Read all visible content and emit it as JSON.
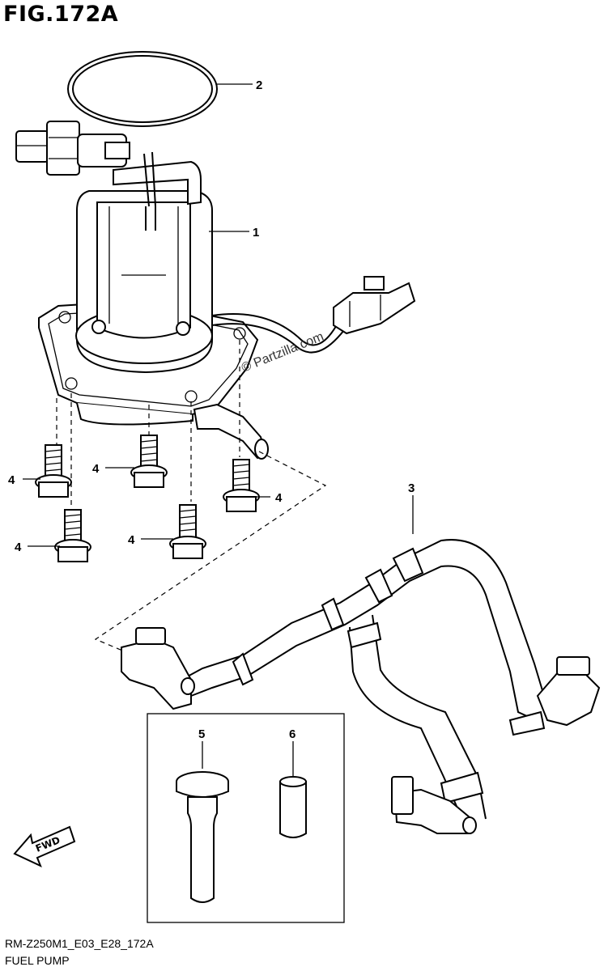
{
  "figure": {
    "title": "FIG.172A",
    "code": "RM-Z250M1_E03_E28_172A",
    "caption": "FUEL PUMP",
    "watermark": "© Partzilla.com"
  },
  "callouts": [
    {
      "id": "1",
      "label": "1"
    },
    {
      "id": "2",
      "label": "2"
    },
    {
      "id": "3",
      "label": "3"
    },
    {
      "id": "4a",
      "label": "4"
    },
    {
      "id": "4b",
      "label": "4"
    },
    {
      "id": "4c",
      "label": "4"
    },
    {
      "id": "4d",
      "label": "4"
    },
    {
      "id": "4e",
      "label": "4"
    },
    {
      "id": "5",
      "label": "5"
    },
    {
      "id": "6",
      "label": "6"
    }
  ],
  "fwd_arrow": {
    "label": "FWD",
    "icon": "fwd-arrow-icon"
  }
}
